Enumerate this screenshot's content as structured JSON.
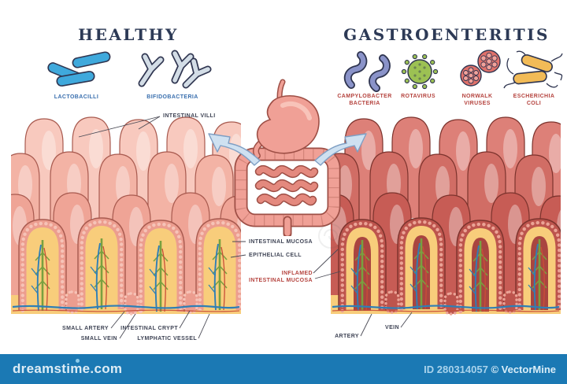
{
  "titles": {
    "left": "HEALTHY",
    "right": "GASTROENTERITIS"
  },
  "healthy_microbes": [
    {
      "label": "LACTOBACILLI",
      "icon": "lactobacilli-icon"
    },
    {
      "label": "BIFIDOBACTERIA",
      "icon": "bifidobacteria-icon"
    }
  ],
  "pathogens": [
    {
      "line1": "CAMPYLOBACTER",
      "line2": "BACTERIA",
      "icon": "campylobacter-icon"
    },
    {
      "line1": "ROTAVIRUS",
      "line2": "",
      "icon": "rotavirus-icon"
    },
    {
      "line1": "NORWALK",
      "line2": "VIRUSES",
      "icon": "norwalk-virus-icon"
    },
    {
      "line1": "ESCHERICHIA",
      "line2": "COLI",
      "icon": "escherichia-coli-icon"
    }
  ],
  "annotations": {
    "intestinal_villi": "INTESTINAL VILLI",
    "intestinal_mucosa": "INTESTINAL MUCOSA",
    "epithelial_cell": "EPITHELIAL CELL",
    "inflamed_line1": "INFLAMED",
    "inflamed_line2": "INTESTINAL MUCOSA",
    "small_artery": "SMALL ARTERY",
    "small_vein": "SMALL VEIN",
    "intestinal_crypt": "INTESTINAL CRYPT",
    "lymphatic_vessel": "LYMPHATIC VESSEL",
    "artery": "ARTERY",
    "vein": "VEIN"
  },
  "footer": {
    "brand": "dreamstime.com",
    "image_id": "ID 280314057",
    "copyright": "© VectorMine"
  },
  "colors": {
    "title": "#2d3a56",
    "label_dark": "#3f4455",
    "label_blue": "#3a6fae",
    "label_red": "#b5443f",
    "bar_blue": "#1b79b4",
    "bar_text": "#eef6fb",
    "bar_id_text": "#a9d3ec",
    "healthy_v1": "#f8c9be",
    "healthy_v2": "#f3b3a5",
    "healthy_v3": "#efa496",
    "healthy_wall": "#ec9d8f",
    "healthy_outline": "#a85a4f",
    "healthy_bead": "#f6c3b7",
    "inflamed_v1": "#dd8078",
    "inflamed_v2": "#d16d65",
    "inflamed_v3": "#c75c55",
    "inflamed_wall": "#bd544d",
    "inflamed_outline": "#7c332d",
    "inflamed_bead": "#eba396",
    "inflamed_core": "#a94540",
    "submucosa": "#f8cd7b",
    "vein": "#2f7fb6",
    "artery": "#c94f38",
    "lymph": "#79a03f",
    "arrow_fill": "#cfe1f1",
    "arrow_stroke": "#7f9fc4",
    "organ_fill": "#f0a096",
    "organ_inner": "#e4897e",
    "organ_outline": "#9e4f46",
    "lacto": "#3fa9dc",
    "bifido": "#d3dde6",
    "campylo": "#8a93c9",
    "rota": "#9cc153",
    "norwalk": "#e0716a",
    "ecoli": "#f2bb57",
    "icon_outline": "#2f3550",
    "line": "#4a4a55"
  }
}
